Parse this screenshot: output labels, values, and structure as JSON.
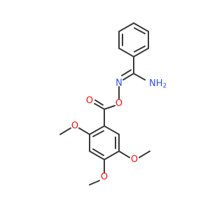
{
  "colors": {
    "bond": "#3a3a3a",
    "O": "#ff0d0d",
    "N": "#3050f8"
  },
  "atoms": [
    {
      "id": "imine-n",
      "text": "N",
      "element": "N"
    },
    {
      "id": "amine-n",
      "text": "NH",
      "sub": "2",
      "element": "N"
    },
    {
      "id": "ester-o",
      "text": "O",
      "element": "O"
    },
    {
      "id": "carbonyl-o",
      "text": "O",
      "element": "O"
    },
    {
      "id": "methoxy-o-2",
      "text": "O",
      "element": "O"
    },
    {
      "id": "methoxy-o-4",
      "text": "O",
      "element": "O"
    },
    {
      "id": "methoxy-o-5",
      "text": "O",
      "element": "O"
    }
  ]
}
